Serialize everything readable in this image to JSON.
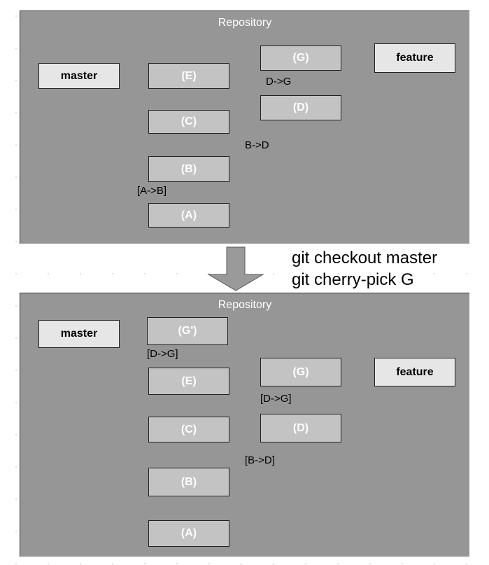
{
  "before": {
    "title": "Repository",
    "branches": {
      "master": "master",
      "feature": "feature"
    },
    "commits": {
      "A": "(A)",
      "B": "(B)",
      "C": "(C)",
      "E": "(E)",
      "D": "(D)",
      "G": "(G)"
    },
    "edge_labels": {
      "a_b": "[A->B]",
      "b_d": "B->D",
      "d_g": "D->G"
    }
  },
  "commands": {
    "line1": "git checkout master",
    "line2": "git cherry-pick G"
  },
  "after": {
    "title": "Repository",
    "branches": {
      "master": "master",
      "feature": "feature"
    },
    "commits": {
      "A": "(A)",
      "B": "(B)",
      "C": "(C)",
      "E": "(E)",
      "G_prime": "(G')",
      "D": "(D)",
      "G": "(G)"
    },
    "edge_labels": {
      "d_g_main": "[D->G]",
      "d_g_side": "[D->G]",
      "b_d": "[B->D]"
    }
  },
  "colors": {
    "repo_bg": "#969696",
    "commit_bg": "#c3c3c3",
    "ref_bg": "#e6e6e6",
    "cherry_pick_arrow": "#e00000"
  }
}
